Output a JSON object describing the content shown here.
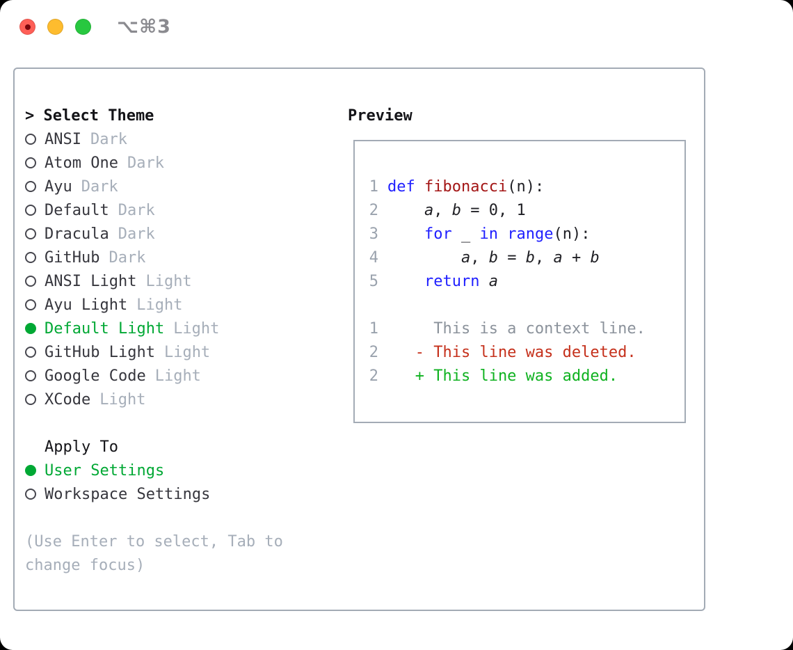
{
  "titlebar": {
    "title": "⌥⌘3"
  },
  "colors": {
    "accent_green": "#00a834",
    "item_text": "#36363d",
    "variant_gray": "#a6aeb9",
    "header_black": "#141418",
    "hint_gray": "#a6aeb9",
    "border_gray": "#a3abb5",
    "title_gray": "#8a8a8f",
    "code_fg": "#1f1f24",
    "keyword_blue": "#1f1fff",
    "function_red": "#a31515",
    "line_number": "#9aa2ad",
    "context_gray": "#8b929b",
    "diff_red": "#c5301b",
    "diff_green": "#0fb220",
    "traffic_red": "#ff5f57",
    "traffic_yellow": "#febc2e",
    "traffic_green": "#28c840"
  },
  "theme_panel": {
    "header": "> Select Theme",
    "items": [
      {
        "name": "ANSI",
        "variant": "Dark",
        "selected": false
      },
      {
        "name": "Atom One",
        "variant": "Dark",
        "selected": false
      },
      {
        "name": "Ayu",
        "variant": "Dark",
        "selected": false
      },
      {
        "name": "Default",
        "variant": "Dark",
        "selected": false
      },
      {
        "name": "Dracula",
        "variant": "Dark",
        "selected": false
      },
      {
        "name": "GitHub",
        "variant": "Dark",
        "selected": false
      },
      {
        "name": "ANSI Light",
        "variant": "Light",
        "selected": false
      },
      {
        "name": "Ayu Light",
        "variant": "Light",
        "selected": false
      },
      {
        "name": "Default Light",
        "variant": "Light",
        "selected": true
      },
      {
        "name": "GitHub Light",
        "variant": "Light",
        "selected": false
      },
      {
        "name": "Google Code",
        "variant": "Light",
        "selected": false
      },
      {
        "name": "XCode",
        "variant": "Light",
        "selected": false
      }
    ]
  },
  "apply_panel": {
    "header": "Apply To",
    "items": [
      {
        "label": "User Settings",
        "selected": true
      },
      {
        "label": "Workspace Settings",
        "selected": false
      }
    ]
  },
  "hint": {
    "line1": "(Use Enter to select, Tab to",
    "line2": "change focus)"
  },
  "preview": {
    "header": "Preview",
    "code_lines": [
      {
        "num": "1",
        "tokens": [
          [
            "def",
            "kw"
          ],
          [
            " ",
            "fg"
          ],
          [
            "fibonacci",
            "fn"
          ],
          [
            "(n):",
            "fg"
          ]
        ]
      },
      {
        "num": "2",
        "tokens": [
          [
            "    ",
            "fg"
          ],
          [
            "a",
            "var"
          ],
          [
            ", ",
            "fg"
          ],
          [
            "b",
            "var"
          ],
          [
            " = 0, 1",
            "fg"
          ]
        ]
      },
      {
        "num": "3",
        "tokens": [
          [
            "    ",
            "fg"
          ],
          [
            "for",
            "kw"
          ],
          [
            " _ ",
            "fg"
          ],
          [
            "in",
            "kw"
          ],
          [
            " ",
            "fg"
          ],
          [
            "range",
            "kw"
          ],
          [
            "(n):",
            "fg"
          ]
        ]
      },
      {
        "num": "4",
        "tokens": [
          [
            "        ",
            "fg"
          ],
          [
            "a",
            "var"
          ],
          [
            ", ",
            "fg"
          ],
          [
            "b",
            "var"
          ],
          [
            " = ",
            "fg"
          ],
          [
            "b",
            "var"
          ],
          [
            ", ",
            "fg"
          ],
          [
            "a",
            "var"
          ],
          [
            " + ",
            "fg"
          ],
          [
            "b",
            "var"
          ]
        ]
      },
      {
        "num": "5",
        "tokens": [
          [
            "    ",
            "fg"
          ],
          [
            "return",
            "kw"
          ],
          [
            " ",
            "fg"
          ],
          [
            "a",
            "var"
          ]
        ]
      },
      {
        "num": "",
        "tokens": []
      },
      {
        "num": "1",
        "tokens": [
          [
            "     This is a context line.",
            "ctx"
          ]
        ]
      },
      {
        "num": "2",
        "tokens": [
          [
            "   - This line was deleted.",
            "del"
          ]
        ]
      },
      {
        "num": "2",
        "tokens": [
          [
            "   + This line was added.",
            "add"
          ]
        ]
      }
    ]
  }
}
